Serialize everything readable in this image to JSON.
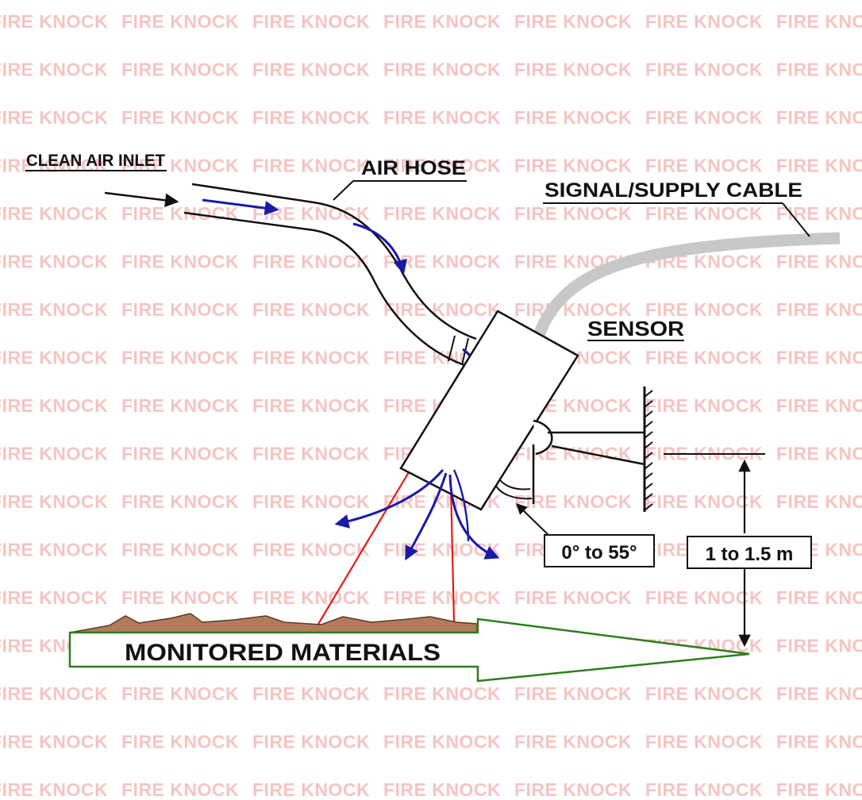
{
  "watermark": {
    "text": "FIRE KNOCK",
    "color": "#f6c3c3"
  },
  "labels": {
    "clean_air_inlet": "CLEAN AIR INLET",
    "air_hose": "AIR HOSE",
    "signal_supply_cable": "SIGNAL/SUPPLY CABLE",
    "sensor": "SENSOR",
    "angle": "0° to 55°",
    "distance": "1 to 1.5 m",
    "monitored_materials": "MONITORED MATERIALS"
  },
  "colors": {
    "airflow_arrows": "#1a1aa6",
    "sensor_beam": "#e31b1b",
    "materials_outline": "#2e7d1e",
    "materials_fill": "#b37a5c",
    "cable": "#c8c8c8",
    "line": "#111111"
  }
}
